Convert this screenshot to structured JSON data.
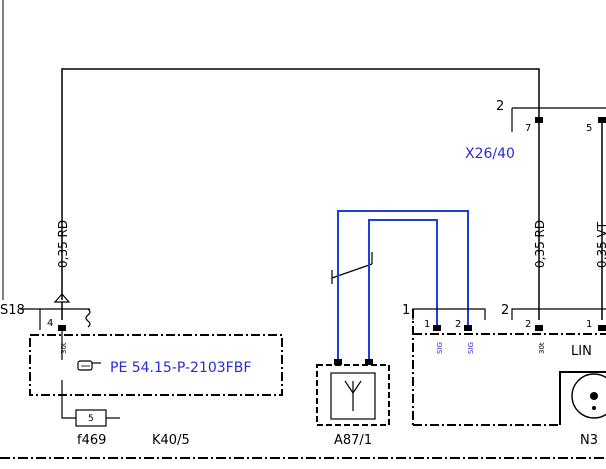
{
  "labels": {
    "connector_x26": "X26/40",
    "pin_x26_left": "2",
    "pin_x26_7": "7",
    "pin_x26_5": "5",
    "splice_s18": "S18",
    "pin_k40_4": "4",
    "term_k40": "30t",
    "wire_left": "0,35 RD",
    "wire_mid": "0,35 RD",
    "wire_right": "0,35 VT",
    "pe_reference": "PE  54.15-P-2103FBF",
    "fuse_number": "5",
    "fuse_label": "f469",
    "module_k40": "K40/5",
    "antenna_module": "A87/1",
    "pin_n_box_1": "1",
    "pin_n_box_2": "2",
    "pin_a_1": "1",
    "pin_a_2": "2",
    "sig_1": "SIG",
    "sig_2": "SIG",
    "pin_n_2": "2",
    "term_n": "30t",
    "pin_n_1": "1",
    "lin_label": "LIN",
    "module_n": "N3"
  },
  "colors": {
    "wire_black": "#000000",
    "wire_blue": "#1e3fd6",
    "link_blue": "#2a2ad4"
  },
  "icons": {
    "pe_link": "pointing-hand-icon",
    "antenna": "antenna-icon"
  }
}
